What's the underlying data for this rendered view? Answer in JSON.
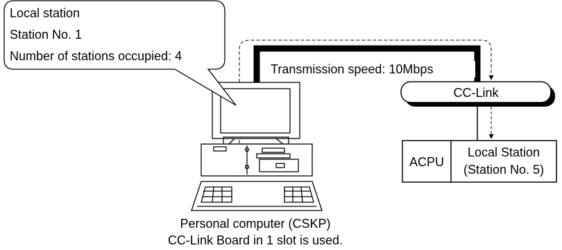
{
  "callout": {
    "line1": "Local station",
    "line2": "Station No. 1",
    "line3": "Number of stations occupied: 4"
  },
  "link": {
    "speed_label": "Transmission speed: 10Mbps",
    "module_label": "CC-Link"
  },
  "remote": {
    "cpu_label": "ACPU",
    "station_line1": "Local Station",
    "station_line2": "(Station No. 5)"
  },
  "pc": {
    "caption_line1": "Personal computer (CSKP)",
    "caption_line2": "CC-Link Board in 1 slot is used."
  }
}
